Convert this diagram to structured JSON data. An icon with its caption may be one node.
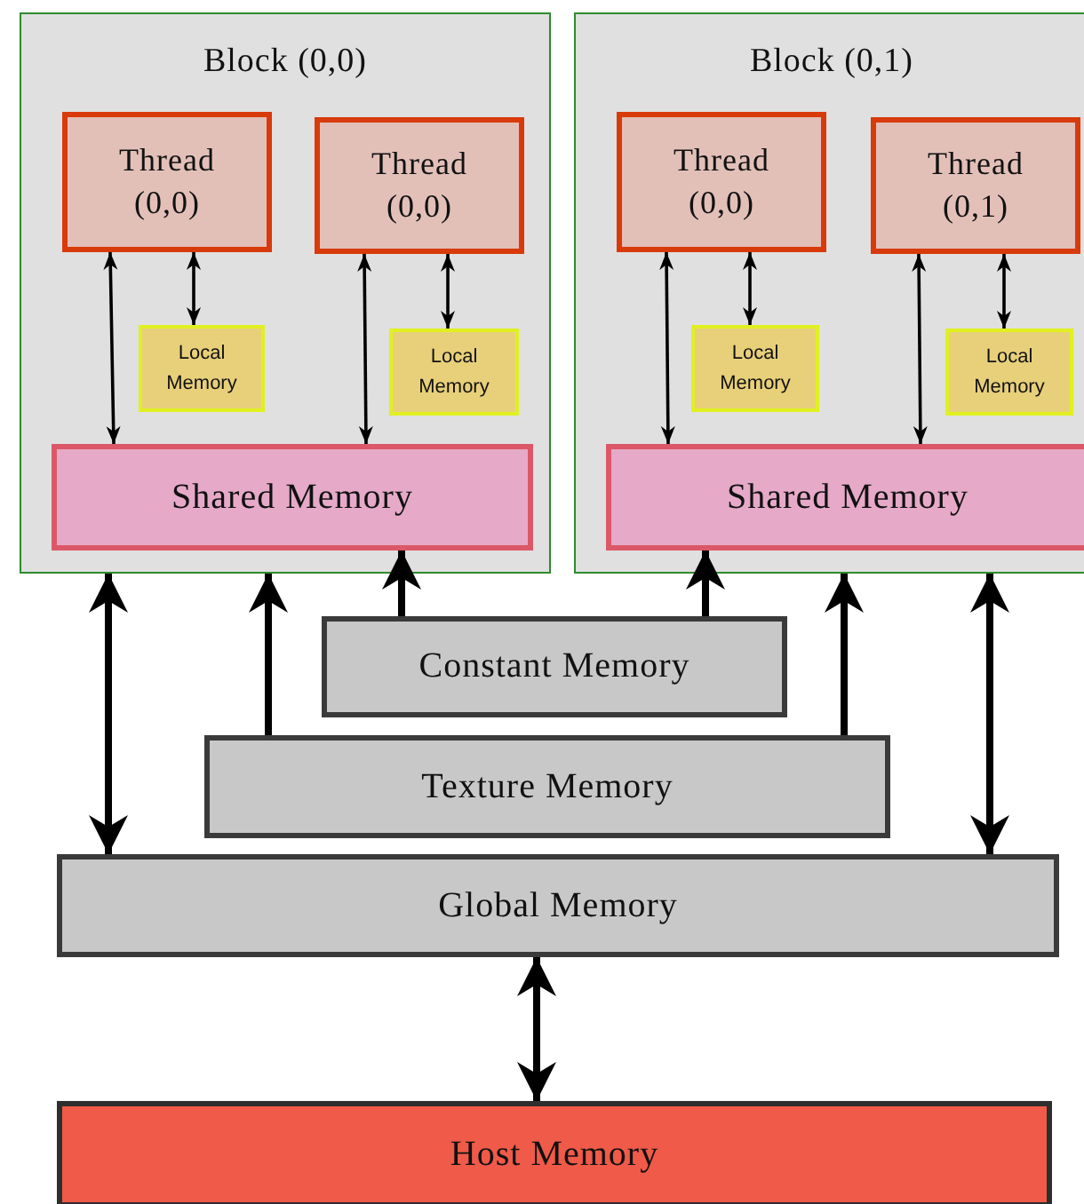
{
  "diagram": {
    "nodes": [
      {
        "text": [
          "Block (0,0)"
        ]
      },
      {
        "text": [
          "Thread (0,0)"
        ],
        "in": 0
      },
      {
        "text": [
          "Thread (0,0)"
        ],
        "in": 0
      },
      {
        "text": [
          "Local Memory"
        ],
        "in": 0
      },
      {
        "text": [
          "Local Memory"
        ],
        "in": 0
      },
      {
        "text": [
          "Shared Memory"
        ],
        "in": 0
      },
      {
        "text": [
          "Block (0,1)"
        ]
      },
      {
        "text": [
          "Thread (0,0)"
        ],
        "in": 6
      },
      {
        "text": [
          "Thread (0,1)"
        ],
        "in": 6
      },
      {
        "text": [
          "Local Memory"
        ],
        "in": 6
      },
      {
        "text": [
          "Local Memory"
        ],
        "in": 6
      },
      {
        "text": [
          "Shared Memory"
        ],
        "in": 6
      },
      {
        "text": [
          "Constant Memory"
        ]
      },
      {
        "text": [
          "Texture Memory"
        ]
      },
      {
        "text": [
          "Global Memory"
        ]
      },
      {
        "text": [
          "Host Memory"
        ]
      }
    ],
    "edges": [
      {
        "from": 1,
        "to": 5,
        "arrow": "both"
      },
      {
        "from": 1,
        "to": 3,
        "arrow": "both"
      },
      {
        "from": 2,
        "to": 5,
        "arrow": "both"
      },
      {
        "from": 2,
        "to": 4,
        "arrow": "both"
      },
      {
        "from": 7,
        "to": 11,
        "arrow": "both"
      },
      {
        "from": 7,
        "to": 9,
        "arrow": "both"
      },
      {
        "from": 8,
        "to": 11,
        "arrow": "both"
      },
      {
        "from": 8,
        "to": 10,
        "arrow": "both"
      },
      {
        "from": 0,
        "to": 14,
        "arrow": "both",
        "style": "thick"
      },
      {
        "from": 13,
        "to": 0,
        "arrow": "to",
        "style": "thick"
      },
      {
        "from": 12,
        "to": 5,
        "arrow": "to",
        "style": "thick"
      },
      {
        "from": 12,
        "to": 11,
        "arrow": "to",
        "style": "thick"
      },
      {
        "from": 13,
        "to": 6,
        "arrow": "to",
        "style": "thick"
      },
      {
        "from": 6,
        "to": 14,
        "arrow": "both",
        "style": "thick"
      },
      {
        "from": 14,
        "to": 15,
        "arrow": "both",
        "style": "thick"
      }
    ]
  }
}
